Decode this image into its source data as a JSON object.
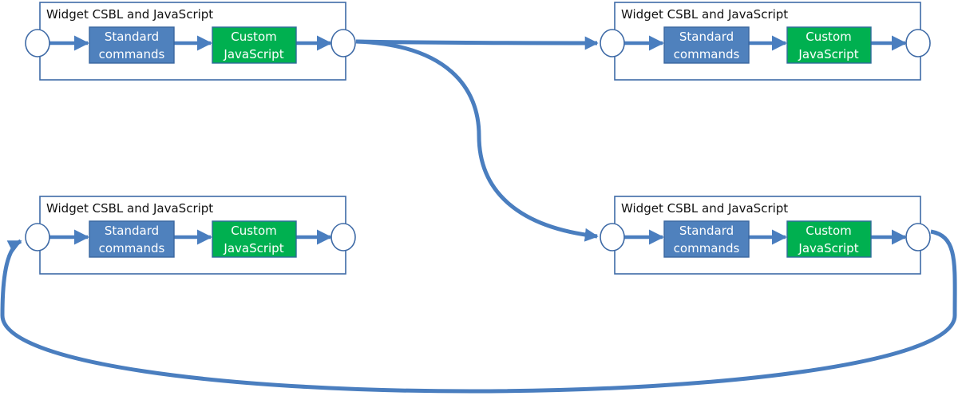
{
  "diagram": {
    "colors": {
      "connector": "#4a7ebf",
      "frame": "#3e6aa6",
      "standard_fill": "#4f81bd",
      "standard_border": "#3a66a0",
      "custom_fill": "#00b050",
      "custom_border": "#2f6b9a",
      "port_fill": "#ffffff"
    },
    "widgets": [
      {
        "id": "widget-top-left",
        "title": "Widget CSBL and JavaScript",
        "standard": [
          "Standard",
          "commands"
        ],
        "custom": [
          "Custom",
          "JavaScript"
        ]
      },
      {
        "id": "widget-top-right",
        "title": "Widget CSBL and JavaScript",
        "standard": [
          "Standard",
          "commands"
        ],
        "custom": [
          "Custom",
          "JavaScript"
        ]
      },
      {
        "id": "widget-bottom-left",
        "title": "Widget CSBL and JavaScript",
        "standard": [
          "Standard",
          "commands"
        ],
        "custom": [
          "Custom",
          "JavaScript"
        ]
      },
      {
        "id": "widget-bottom-right",
        "title": "Widget CSBL and JavaScript",
        "standard": [
          "Standard",
          "commands"
        ],
        "custom": [
          "Custom",
          "JavaScript"
        ]
      }
    ],
    "connections": [
      {
        "from": "widget-top-left",
        "to": "widget-top-right"
      },
      {
        "from": "widget-top-left",
        "to": "widget-bottom-right"
      },
      {
        "from": "widget-bottom-right",
        "to": "widget-bottom-left"
      }
    ]
  }
}
